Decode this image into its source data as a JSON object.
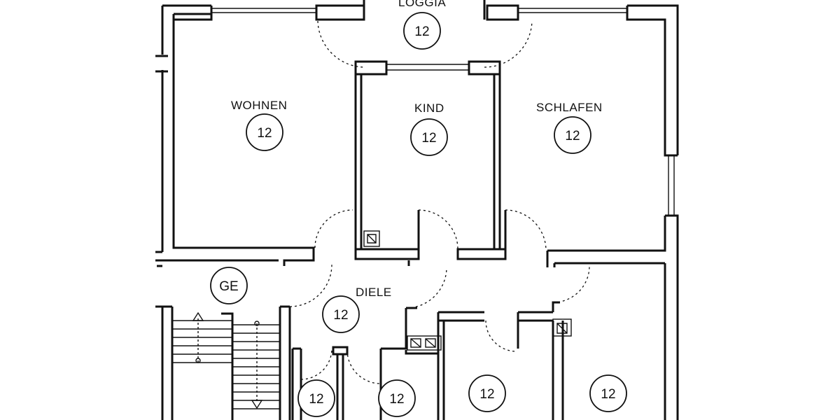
{
  "plan": {
    "rooms": [
      {
        "id": "loggia",
        "label": "LOGGIA",
        "badge": "12"
      },
      {
        "id": "wohnen",
        "label": "WOHNEN",
        "badge": "12"
      },
      {
        "id": "kind",
        "label": "KIND",
        "badge": "12"
      },
      {
        "id": "schlafen",
        "label": "SCHLAFEN",
        "badge": "12"
      },
      {
        "id": "diele",
        "label": "DIELE",
        "badge": "12"
      },
      {
        "id": "ge",
        "label": "",
        "badge": "GE"
      },
      {
        "id": "room-a",
        "label": "",
        "badge": "12"
      },
      {
        "id": "room-b",
        "label": "",
        "badge": "12"
      },
      {
        "id": "room-c",
        "label": "",
        "badge": "12"
      },
      {
        "id": "room-d",
        "label": "",
        "badge": "12"
      }
    ]
  }
}
